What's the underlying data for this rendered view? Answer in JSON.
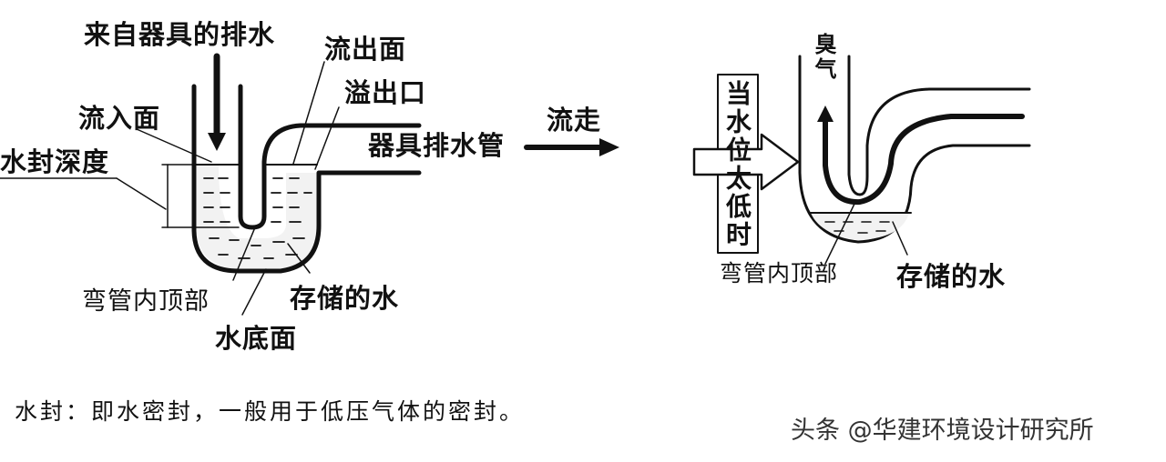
{
  "left_diagram": {
    "from_fixture": "来自器具的排水",
    "outflow_surface": "流出面",
    "overflow_port": "溢出口",
    "inflow_surface": "流入面",
    "seal_depth": "水封深度",
    "fixture_drain": "器具排水管",
    "flow_away": "流走",
    "bend_top": "弯管内顶部",
    "stored_water": "存储的水",
    "water_bottom": "水底面"
  },
  "right_diagram": {
    "low_water": "当水位太低时",
    "odor": "臭气",
    "bend_top": "弯管内顶部",
    "stored_water": "存储的水"
  },
  "caption": "水封：即水密封，一般用于低压气体的密封。",
  "watermark": "头条 @华建环境设计研究所"
}
